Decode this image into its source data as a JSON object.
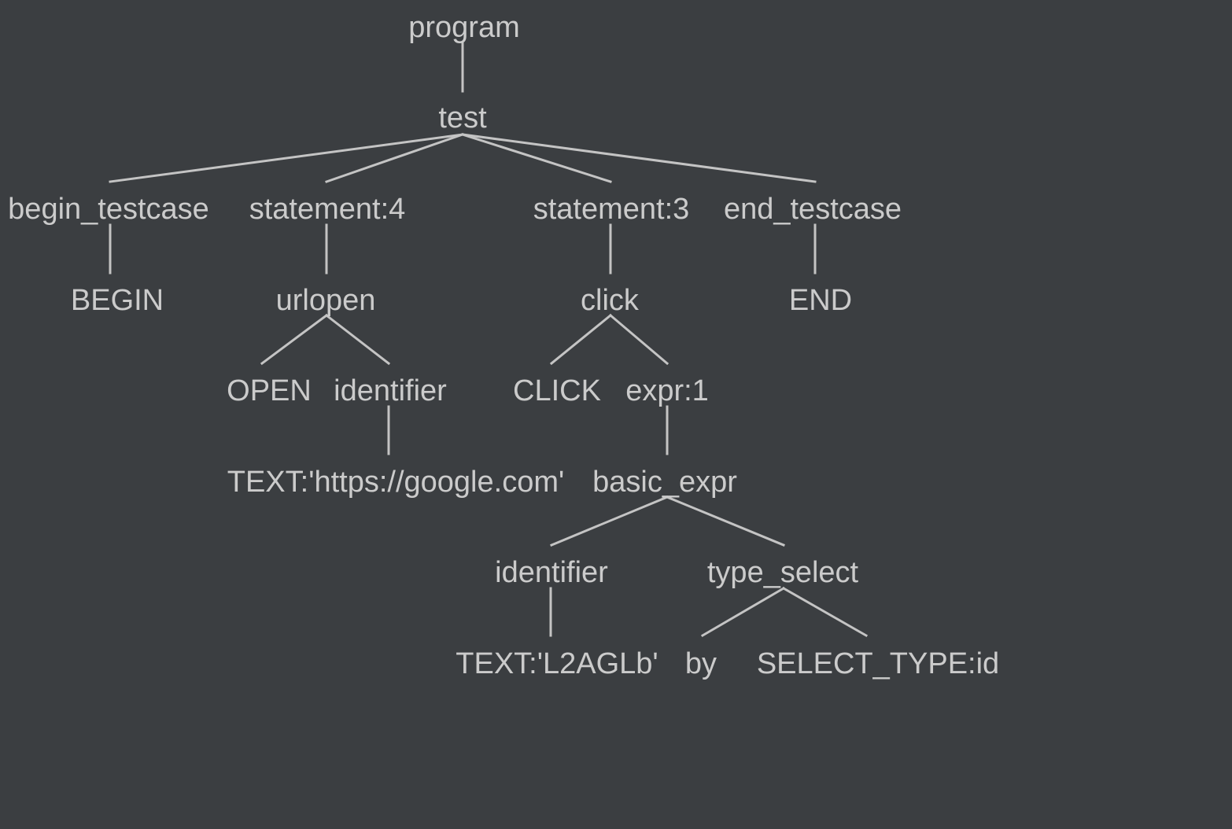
{
  "tree": {
    "root": "program",
    "nodes": {
      "program": {
        "label": "program",
        "children": [
          "test"
        ]
      },
      "test": {
        "label": "test",
        "children": [
          "begin_testcase",
          "statement_4",
          "statement_3",
          "end_testcase"
        ]
      },
      "begin_testcase": {
        "label": "begin_testcase",
        "children": [
          "BEGIN"
        ]
      },
      "statement_4": {
        "label": "statement:4",
        "children": [
          "urlopen"
        ]
      },
      "statement_3": {
        "label": "statement:3",
        "children": [
          "click"
        ]
      },
      "end_testcase": {
        "label": "end_testcase",
        "children": [
          "END"
        ]
      },
      "BEGIN": {
        "label": "BEGIN",
        "children": []
      },
      "urlopen": {
        "label": "urlopen",
        "children": [
          "OPEN",
          "identifier_1"
        ]
      },
      "click": {
        "label": "click",
        "children": [
          "CLICK",
          "expr_1"
        ]
      },
      "END": {
        "label": "END",
        "children": []
      },
      "OPEN": {
        "label": "OPEN",
        "children": []
      },
      "identifier_1": {
        "label": "identifier",
        "children": [
          "text_url"
        ]
      },
      "CLICK": {
        "label": "CLICK",
        "children": []
      },
      "expr_1": {
        "label": "expr:1",
        "children": [
          "basic_expr"
        ]
      },
      "text_url": {
        "label": "TEXT:'https://google.com'",
        "children": []
      },
      "basic_expr": {
        "label": "basic_expr",
        "children": [
          "identifier_2",
          "type_select"
        ]
      },
      "identifier_2": {
        "label": "identifier",
        "children": [
          "text_l2aglb"
        ]
      },
      "type_select": {
        "label": "type_select",
        "children": [
          "by",
          "select_type_id"
        ]
      },
      "text_l2aglb": {
        "label": "TEXT:'L2AGLb'",
        "children": []
      },
      "by": {
        "label": "by",
        "children": []
      },
      "select_type_id": {
        "label": "SELECT_TYPE:id",
        "children": []
      }
    }
  }
}
